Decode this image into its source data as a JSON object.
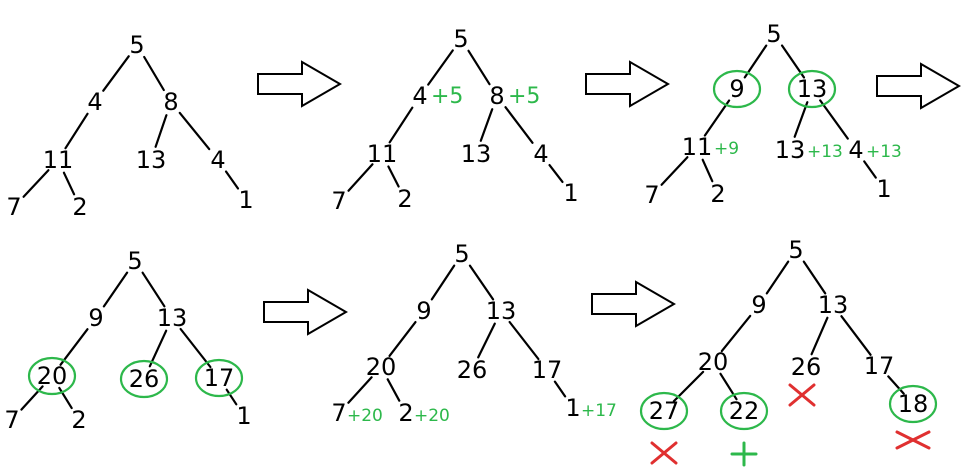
{
  "colors": {
    "ink": "#000000",
    "highlight": "#2db84b",
    "reject": "#e03030",
    "accept": "#2db84b"
  },
  "panels": [
    {
      "name": "tree-step-1",
      "nodes": [
        {
          "id": "a",
          "label": "5"
        },
        {
          "id": "b",
          "label": "4"
        },
        {
          "id": "c",
          "label": "8"
        },
        {
          "id": "d",
          "label": "11"
        },
        {
          "id": "e",
          "label": "13"
        },
        {
          "id": "f",
          "label": "4"
        },
        {
          "id": "g",
          "label": "7"
        },
        {
          "id": "h",
          "label": "2"
        },
        {
          "id": "i",
          "label": "1"
        }
      ],
      "deltas": []
    },
    {
      "name": "tree-step-2",
      "nodes": [
        {
          "id": "a",
          "label": "5"
        },
        {
          "id": "b",
          "label": "4"
        },
        {
          "id": "c",
          "label": "8"
        },
        {
          "id": "d",
          "label": "11"
        },
        {
          "id": "e",
          "label": "13"
        },
        {
          "id": "f",
          "label": "4"
        },
        {
          "id": "g",
          "label": "7"
        },
        {
          "id": "h",
          "label": "2"
        },
        {
          "id": "i",
          "label": "1"
        }
      ],
      "deltas": [
        {
          "node": "b",
          "label": "+5"
        },
        {
          "node": "c",
          "label": "+5"
        }
      ]
    },
    {
      "name": "tree-step-3",
      "nodes": [
        {
          "id": "a",
          "label": "5"
        },
        {
          "id": "b",
          "label": "9",
          "circled": true
        },
        {
          "id": "c",
          "label": "13",
          "circled": true
        },
        {
          "id": "d",
          "label": "11"
        },
        {
          "id": "e",
          "label": "13"
        },
        {
          "id": "f",
          "label": "4"
        },
        {
          "id": "g",
          "label": "7"
        },
        {
          "id": "h",
          "label": "2"
        },
        {
          "id": "i",
          "label": "1"
        }
      ],
      "deltas": [
        {
          "node": "d",
          "label": "+9"
        },
        {
          "node": "e",
          "label": "+13"
        },
        {
          "node": "f",
          "label": "+13"
        }
      ]
    },
    {
      "name": "tree-step-4",
      "nodes": [
        {
          "id": "a",
          "label": "5"
        },
        {
          "id": "b",
          "label": "9"
        },
        {
          "id": "c",
          "label": "13"
        },
        {
          "id": "d",
          "label": "20",
          "circled": true
        },
        {
          "id": "e",
          "label": "26",
          "circled": true
        },
        {
          "id": "f",
          "label": "17",
          "circled": true
        },
        {
          "id": "g",
          "label": "7"
        },
        {
          "id": "h",
          "label": "2"
        },
        {
          "id": "i",
          "label": "1"
        }
      ],
      "deltas": []
    },
    {
      "name": "tree-step-5",
      "nodes": [
        {
          "id": "a",
          "label": "5"
        },
        {
          "id": "b",
          "label": "9"
        },
        {
          "id": "c",
          "label": "13"
        },
        {
          "id": "d",
          "label": "20"
        },
        {
          "id": "e",
          "label": "26"
        },
        {
          "id": "f",
          "label": "17"
        },
        {
          "id": "g",
          "label": "7"
        },
        {
          "id": "h",
          "label": "2"
        },
        {
          "id": "i",
          "label": "1"
        }
      ],
      "deltas": [
        {
          "node": "g",
          "label": "+20"
        },
        {
          "node": "h",
          "label": "+20"
        },
        {
          "node": "i",
          "label": "+17"
        }
      ]
    },
    {
      "name": "tree-step-6",
      "nodes": [
        {
          "id": "a",
          "label": "5"
        },
        {
          "id": "b",
          "label": "9"
        },
        {
          "id": "c",
          "label": "13"
        },
        {
          "id": "d",
          "label": "20"
        },
        {
          "id": "e",
          "label": "26"
        },
        {
          "id": "f",
          "label": "17"
        },
        {
          "id": "g",
          "label": "27",
          "circled": true
        },
        {
          "id": "h",
          "label": "22",
          "circled": true
        },
        {
          "id": "i",
          "label": "18",
          "circled": true
        }
      ],
      "deltas": [],
      "marks": [
        {
          "node": "g",
          "type": "cross"
        },
        {
          "node": "h",
          "type": "plus"
        },
        {
          "node": "e",
          "type": "cross"
        },
        {
          "node": "i",
          "type": "cross"
        }
      ]
    }
  ]
}
